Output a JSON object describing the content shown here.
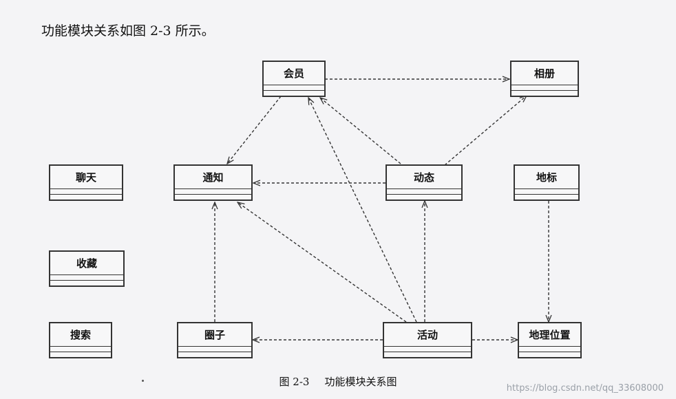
{
  "intro_text": "功能模块关系如图 2-3 所示。",
  "caption": {
    "number": "图 2-3",
    "title": "功能模块关系图"
  },
  "watermark": "https://blog.csdn.net/qq_33608000",
  "modules": {
    "huiyuan": "会员",
    "xiangce": "相册",
    "liaotian": "聊天",
    "tongzhi": "通知",
    "dongtai": "动态",
    "dibiao": "地标",
    "shoucang": "收藏",
    "sousuo": "搜索",
    "quanzi": "圈子",
    "huodong": "活动",
    "diliweizhi": "地理位置"
  }
}
